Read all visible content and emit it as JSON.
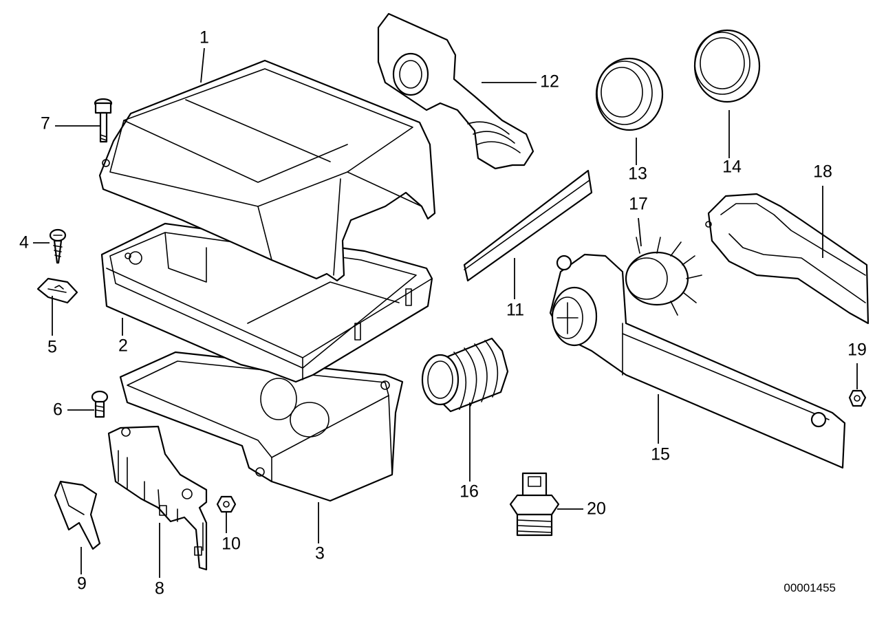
{
  "diagram": {
    "reference_number": "00001455",
    "callouts": [
      {
        "id": "1",
        "label": "1"
      },
      {
        "id": "2",
        "label": "2"
      },
      {
        "id": "3",
        "label": "3"
      },
      {
        "id": "4",
        "label": "4"
      },
      {
        "id": "5",
        "label": "5"
      },
      {
        "id": "6",
        "label": "6"
      },
      {
        "id": "7",
        "label": "7"
      },
      {
        "id": "8",
        "label": "8"
      },
      {
        "id": "9",
        "label": "9"
      },
      {
        "id": "10",
        "label": "10"
      },
      {
        "id": "11",
        "label": "11"
      },
      {
        "id": "12",
        "label": "12"
      },
      {
        "id": "13",
        "label": "13"
      },
      {
        "id": "14",
        "label": "14"
      },
      {
        "id": "15",
        "label": "15"
      },
      {
        "id": "16",
        "label": "16"
      },
      {
        "id": "17",
        "label": "17"
      },
      {
        "id": "18",
        "label": "18"
      },
      {
        "id": "19",
        "label": "19"
      },
      {
        "id": "20",
        "label": "20"
      }
    ],
    "colors": {
      "line": "#000000",
      "background": "#ffffff"
    }
  }
}
